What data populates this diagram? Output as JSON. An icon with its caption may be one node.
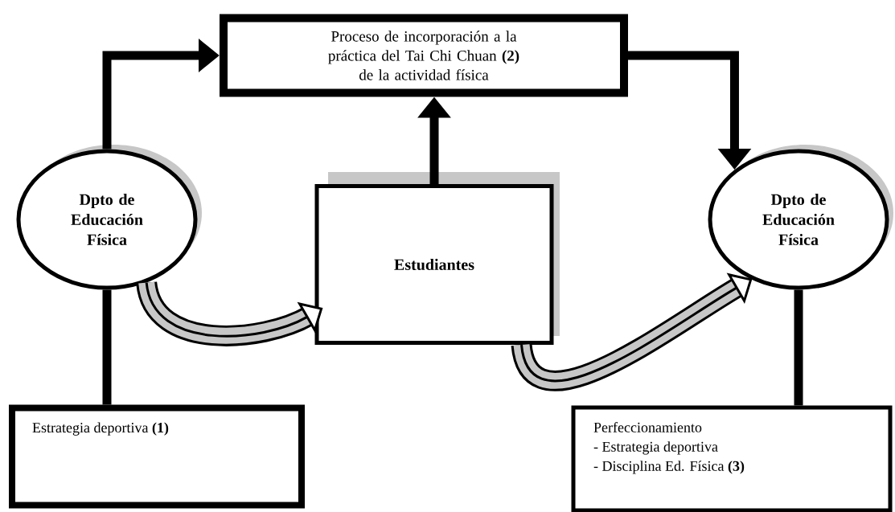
{
  "diagram": {
    "nodes": [
      {
        "text": [
          "Proceso de incorporación a la práctica del Tai Chi Chuan **(2)**",
          "de la actividad física"
        ]
      },
      {
        "text": [
          "Dpto de Educación Física"
        ]
      },
      {
        "text": [
          "Estudiantes"
        ]
      },
      {
        "text": [
          "Dpto de Educación Física"
        ]
      },
      {
        "text": [
          "Estrategia deportiva  **(1)**"
        ]
      },
      {
        "text": [
          "Perfeccionamiento",
          "- Estrategia deportiva",
          "- Disciplina Ed. Física  **(3)**"
        ]
      }
    ],
    "edges": [
      {
        "from": 1,
        "to": 0,
        "arrow": "to"
      },
      {
        "from": 2,
        "to": 0,
        "arrow": "to"
      },
      {
        "from": 0,
        "to": 3,
        "arrow": "to"
      },
      {
        "from": 1,
        "to": 2,
        "arrow": "to",
        "style": "thick",
        "color": "#c7c7c7"
      },
      {
        "from": 2,
        "to": 3,
        "arrow": "to",
        "style": "thick",
        "color": "#c7c7c7"
      },
      {
        "from": 1,
        "to": 4,
        "arrow": "none"
      },
      {
        "from": 3,
        "to": 5,
        "arrow": "none"
      }
    ]
  }
}
